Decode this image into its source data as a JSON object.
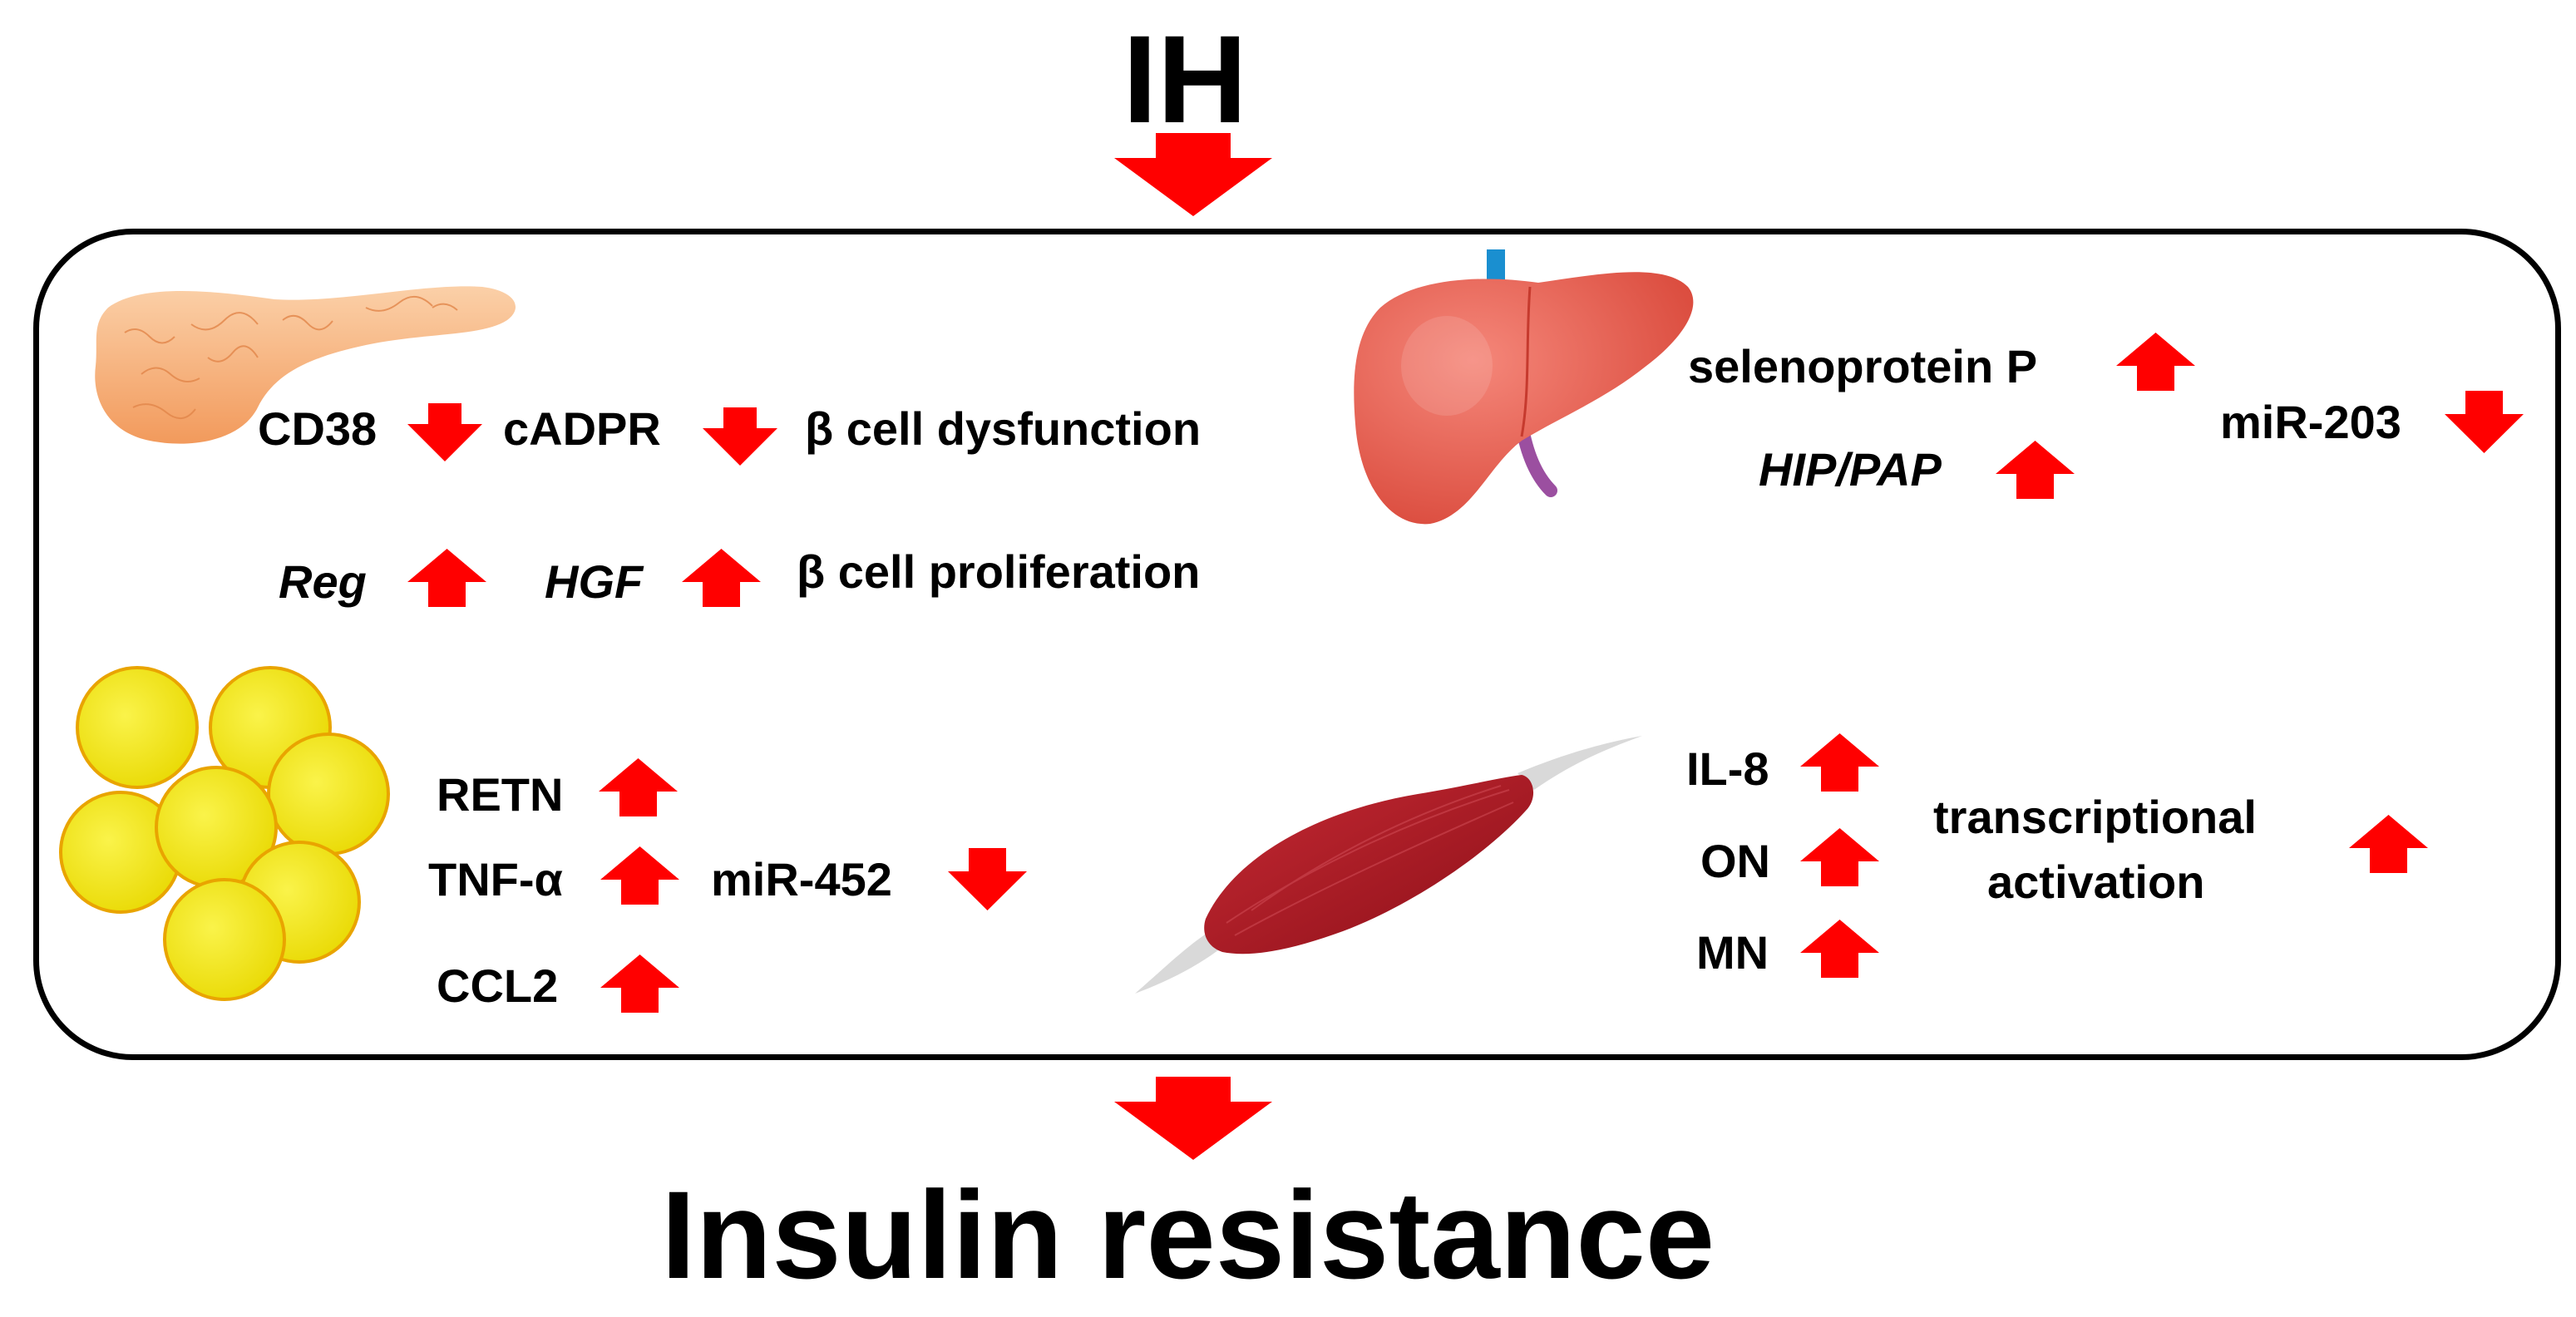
{
  "top_label": "IH",
  "bottom_label": "Insulin resistance",
  "pancreas": {
    "row1": {
      "cd38": "CD38",
      "cadpr": "cADPR",
      "outcome": "β cell dysfunction"
    },
    "row2": {
      "reg": "Reg",
      "hgf": "HGF",
      "outcome": "β cell proliferation"
    }
  },
  "liver": {
    "selenoprotein": "selenoprotein P",
    "hip_pap": "HIP/PAP",
    "mirna": "miR-203"
  },
  "adipose": {
    "retn": "RETN",
    "tnf": "TNF-α",
    "ccl2": "CCL2",
    "mirna": "miR-452"
  },
  "muscle": {
    "il8": "IL-8",
    "on": "ON",
    "mn": "MN",
    "transcriptional_line1": "transcriptional",
    "transcriptional_line2": "activation"
  },
  "colors": {
    "arrow": "#ff0000",
    "outline": "#000000",
    "pancreas": "#f7b98a",
    "liver": "#e8584a",
    "adipocyte": "#f3ea00",
    "muscle": "#a8141f"
  }
}
